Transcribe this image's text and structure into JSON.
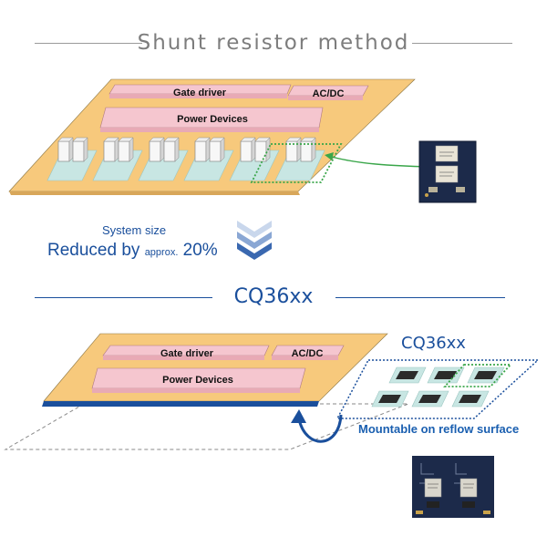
{
  "header_top": {
    "title": "Shunt resistor method"
  },
  "top_board": {
    "gate_driver": "Gate driver",
    "acdc": "AC/DC",
    "power_devices": "Power Devices"
  },
  "reduction": {
    "system_size": "System size",
    "reduced_prefix": "Reduced by ",
    "approx": "approx.",
    "percent": " 20%"
  },
  "header_bottom": {
    "title": "CQ36xx"
  },
  "bottom_board": {
    "gate_driver": "Gate driver",
    "acdc": "AC/DC",
    "power_devices": "Power Devices",
    "cq_label": "CQ36xx",
    "mountable": "Mountable on reflow surface"
  },
  "colors": {
    "board": "#f7c97c",
    "component": "#f5c6cf",
    "footprint": "#c8e6e3",
    "accent_blue": "#1a4f9c",
    "accent_green": "#3aa64a",
    "pcb_photo": "#1c2a4a"
  }
}
